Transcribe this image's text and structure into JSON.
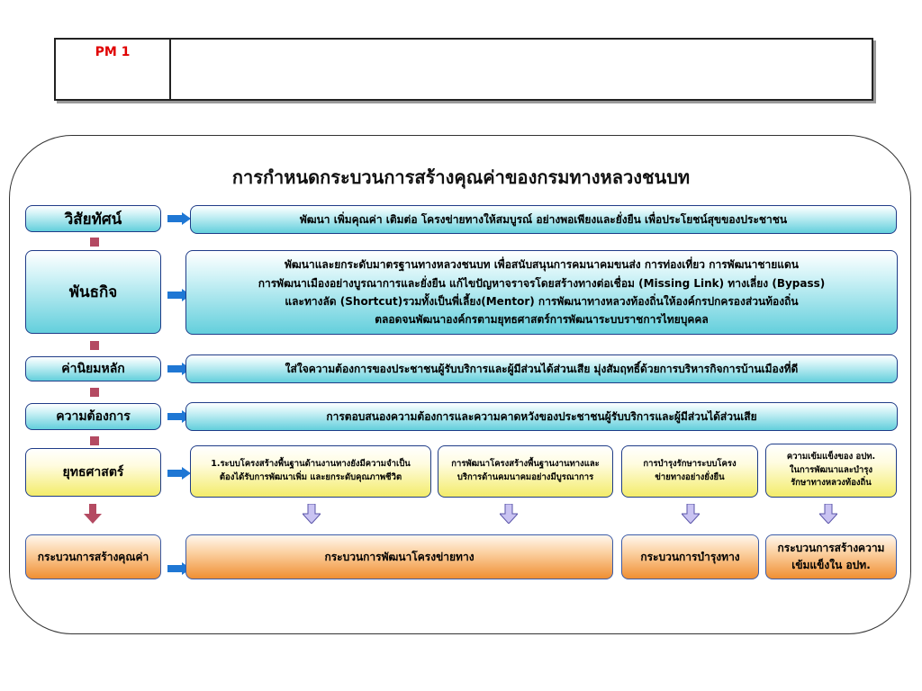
{
  "header": {
    "code": "PM 1"
  },
  "title": "การกำหนดกระบวนการสร้างคุณค่าของกรมทางหลวงชนบท",
  "rows": {
    "vision": {
      "label": "วิสัยทัศน์",
      "text": "พัฒนา  เพิ่มคุณค่า  เติมต่อ โครงข่ายทางให้สมบูรณ์ อย่างพอเพียงและยั่งยืน เพื่อประโยชน์สุขของประชาชน"
    },
    "mission": {
      "label": "พันธกิจ",
      "lines": [
        "พัฒนาและยกระดับมาตรฐานทางหลวงชนบท เพื่อสนับสนุนการคมนาคมขนส่ง การท่องเที่ยว การพัฒนาชายแดน",
        "การพัฒนาเมืองอย่างบูรณาการและยั่งยืน แก้ไขปัญหาจราจรโดยสร้างทางต่อเชื่อม (Missing Link) ทางเลี่ยง (Bypass)",
        "และทางลัด (Shortcut)รวมทั้งเป็นพี่เลี้ยง(Mentor) การพัฒนาทางหลวงท้องถิ่นให้องค์กรปกครองส่วนท้องถิ่น",
        "ตลอดจนพัฒนาองค์กรตามยุทธศาสตร์การพัฒนาระบบราชการไทยบุคคล"
      ]
    },
    "values": {
      "label": "ค่านิยมหลัก",
      "text": "ใส่ใจความต้องการของประชาชนผู้รับบริการและผู้มีส่วนได้ส่วนเสีย มุ่งสัมฤทธิ์ด้วยการบริหารกิจการบ้านเมืองที่ดี"
    },
    "needs": {
      "label": "ความต้องการ",
      "text": "การตอบสนองความต้องการและความคาดหวังของประชาชนผู้รับบริการและผู้มีส่วนได้ส่วนเสีย"
    },
    "strategy": {
      "label": "ยุทธศาสตร์",
      "items": [
        [
          "1.ระบบโครงสร้างพื้นฐานด้านงานทางยังมีความจำเป็น",
          "ต้องได้รับการพัฒนาเพิ่ม และยกระดับคุณภาพชีวิต"
        ],
        [
          "การพัฒนาโครงสร้างพื้นฐานงานทางและ",
          "บริการด้านคมนาคมอย่างมีบูรณาการ"
        ],
        [
          "การบำรุงรักษาระบบโครง",
          "ข่ายทางอย่างยั่งยืน"
        ],
        [
          "ความเข้มแข็งของ อปท.",
          "ในการพัฒนาและบำรุง",
          "รักษาทางหลวงท้องถิ่น"
        ]
      ]
    },
    "process": {
      "label": "กระบวนการสร้างคุณค่า",
      "items": [
        [
          "กระบวนการพัฒนาโครงข่ายทาง"
        ],
        [
          "กระบวนการบำรุงทาง"
        ],
        [
          "กระบวนการสร้างความ",
          "เข้มแข็งใน อปท."
        ]
      ]
    }
  },
  "colors": {
    "left_box_border": "#1f3c88",
    "cyan_fill": "#63cfdc",
    "yellow_fill": "#f3ec6a",
    "orange_fill": "#f08f33",
    "arrow_blue": "#1f77d4",
    "connector": "#b44a62",
    "down_arrow_fill": "#c9c3f2",
    "header_code": "#e00000"
  }
}
